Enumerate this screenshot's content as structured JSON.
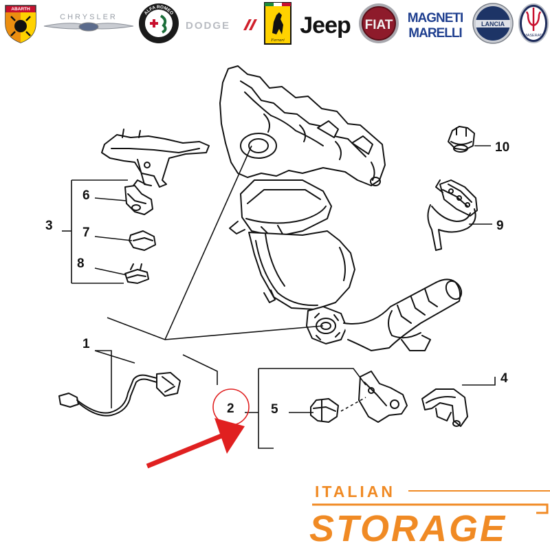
{
  "brand_logos": {
    "abarth": "ABARTH",
    "chrysler": "CHRYSLER",
    "alfa_romeo": "ALFA ROMEO",
    "dodge": "DODGE",
    "ferrari": "Ferrari",
    "jeep": "Jeep",
    "fiat": "FIAT",
    "magneti_marelli_line1": "MAGNETI",
    "magneti_marelli_line2": "MARELLI",
    "lancia": "LANCIA",
    "maserati": "MASERATI"
  },
  "callouts": {
    "c1": "1",
    "c2": "2",
    "c3": "3",
    "c4": "4",
    "c5": "5",
    "c6": "6",
    "c7": "7",
    "c8": "8",
    "c9": "9",
    "c10": "10"
  },
  "footer_logo": {
    "line1": "ITALIAN",
    "line2": "STORAGE"
  },
  "colors": {
    "highlight_red": "#e02020",
    "brand_orange": "#f08a24",
    "line_black": "#111111"
  }
}
